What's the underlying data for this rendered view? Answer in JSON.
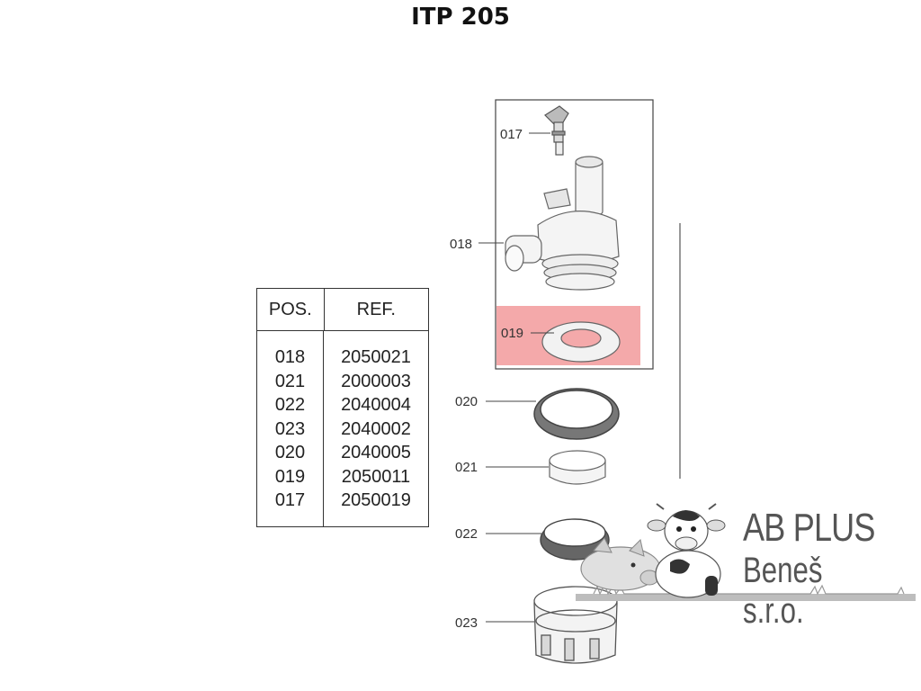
{
  "title": "ITP 205",
  "table": {
    "headers": [
      "POS.",
      "REF."
    ],
    "rows": [
      {
        "pos": "018",
        "ref": "2050021"
      },
      {
        "pos": "021",
        "ref": "2000003"
      },
      {
        "pos": "022",
        "ref": "2040004"
      },
      {
        "pos": "023",
        "ref": "2040002"
      },
      {
        "pos": "020",
        "ref": "2040005"
      },
      {
        "pos": "019",
        "ref": "2050011"
      },
      {
        "pos": "017",
        "ref": "2050019"
      }
    ]
  },
  "callouts": {
    "p017": "017",
    "p018": "018",
    "p019": "019",
    "p020": "020",
    "p021": "021",
    "p022": "022",
    "p023": "023"
  },
  "logo": {
    "line1": "AB PLUS",
    "line2": "Beneš s.r.o.",
    "highlight_color": "#f4a9aa",
    "text_color": "#555555"
  }
}
